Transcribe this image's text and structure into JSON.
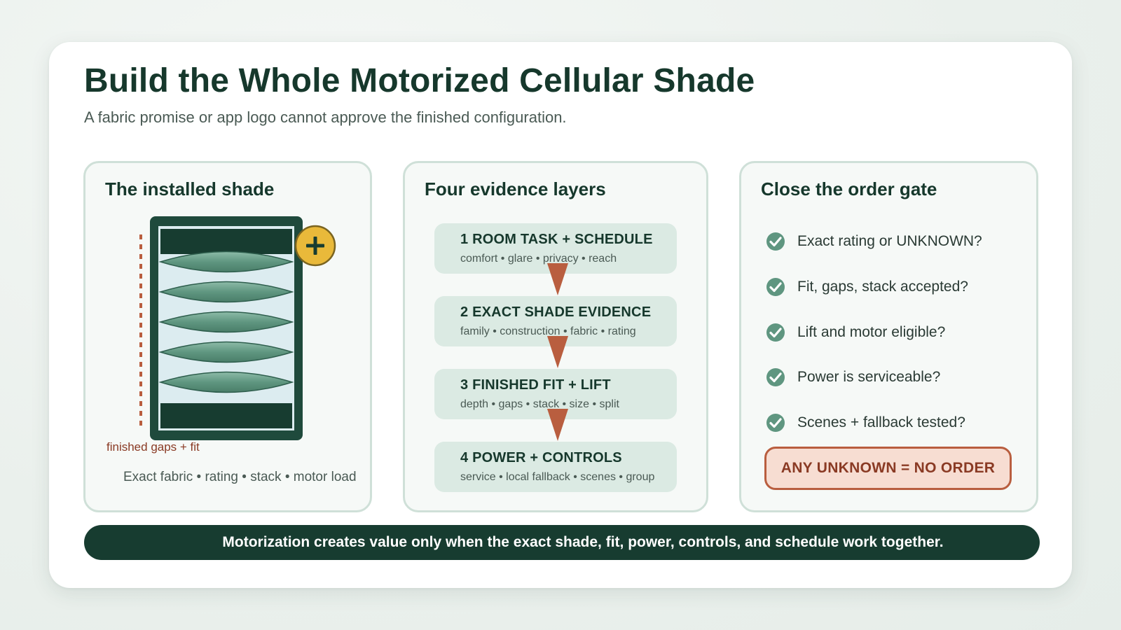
{
  "header": {
    "title": "Build the Whole Motorized Cellular Shade",
    "subtitle": "A fabric promise or app logo cannot approve the finished configuration."
  },
  "panels": {
    "installed": {
      "title": "The installed shade",
      "caption_fit": "finished gaps + fit",
      "caption_load": "Exact fabric • rating • stack • motor load",
      "icons": [
        "plus-icon"
      ]
    },
    "layers": {
      "title": "Four evidence layers",
      "items": [
        {
          "title": "1 ROOM TASK + SCHEDULE",
          "sub": "comfort • glare • privacy • reach"
        },
        {
          "title": "2 EXACT SHADE EVIDENCE",
          "sub": "family • construction • fabric • rating"
        },
        {
          "title": "3 FINISHED FIT + LIFT",
          "sub": "depth • gaps • stack • size • split"
        },
        {
          "title": "4 POWER + CONTROLS",
          "sub": "service • local fallback • scenes • group"
        }
      ]
    },
    "gate": {
      "title": "Close the order gate",
      "checks": [
        "Exact rating or UNKNOWN?",
        "Fit, gaps, stack accepted?",
        "Lift and motor eligible?",
        "Power is serviceable?",
        "Scenes + fallback tested?"
      ],
      "result": "ANY UNKNOWN = NO ORDER"
    }
  },
  "footer": {
    "banner": "Motorization creates value only when the exact shade, fit, power, controls, and schedule work together."
  },
  "colors": {
    "dark_green": "#173c30",
    "light_green": "#dbeae3",
    "accent_orange": "#b95e3f",
    "gold": "#e9b93a"
  }
}
